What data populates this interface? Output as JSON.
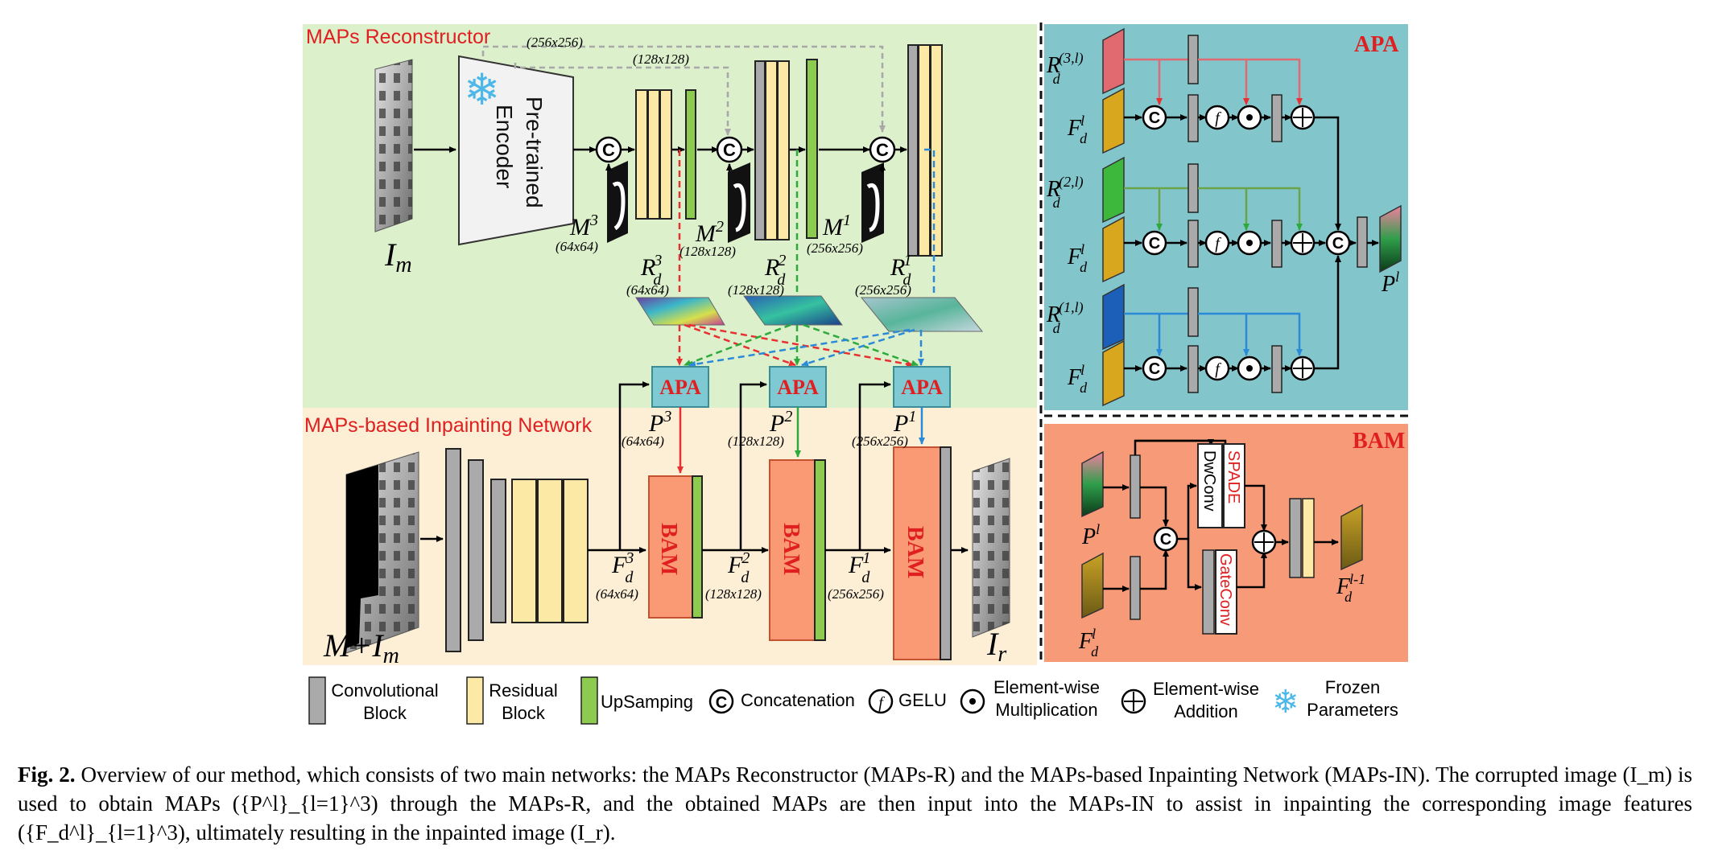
{
  "panels": {
    "reconstructor_title": "MAPs Reconstructor",
    "inpainting_title": "MAPs-based Inpainting Network",
    "apa_title": "APA",
    "bam_title": "BAM"
  },
  "encoder": {
    "line1": "Pre-trained",
    "line2": "Encoder"
  },
  "resolutions": {
    "r256": "(256x256)",
    "r128": "(128x128)",
    "r64": "(64x64)"
  },
  "labels": {
    "I_m": "I",
    "I_m_sub": "m",
    "M_plus_I_m": "M+I",
    "M_plus_I_m_sub": "m",
    "I_r": "I",
    "I_r_sub": "r",
    "M3": "M",
    "M3_sup": "3",
    "M2": "M",
    "M2_sup": "2",
    "M1": "M",
    "M1_sup": "1",
    "R": "R",
    "d": "d",
    "P": "P",
    "F": "F",
    "sup3": "3",
    "sup2": "2",
    "sup1": "1",
    "supl": "l",
    "supl1": "l-1",
    "sup3l": "(3,l)",
    "sup2l": "(2,l)",
    "sup1l": "(1,l)"
  },
  "blocks": {
    "apa": "APA",
    "bam": "BAM",
    "dwconv": "DwConv",
    "spade": "SPADE",
    "gateconv": "GateConv"
  },
  "legend": {
    "conv_line1": "Convolutional",
    "conv_line2": "Block",
    "res_line1": "Residual",
    "res_line2": "Block",
    "upsampling": "UpSamping",
    "concat_symbol": "C",
    "concat": "Concatenation",
    "gelu_symbol": "f",
    "gelu": "GELU",
    "mult_line1": "Element-wise",
    "mult_line2": "Multiplication",
    "add_line1": "Element-wise",
    "add_line2": "Addition",
    "frozen_line1": "Frozen",
    "frozen_line2": "Parameters"
  },
  "caption": {
    "label": "Fig. 2.",
    "text": "Overview of our method, which consists of two main networks: the MAPs Reconstructor (MAPs-R) and the MAPs-based Inpainting Network (MAPs-IN). The corrupted image (I_m) is used to obtain MAPs ({P^l}_{l=1}^3) through the MAPs-R, and the obtained MAPs are then input into the MAPs-IN to assist in inpainting the corresponding image features ({F_d^l}_{l=1}^3), ultimately resulting in the inpainted image (I_r)."
  },
  "colors": {
    "recon_bg": "#DDF0CC",
    "inpaint_bg": "#FCEFD6",
    "apa_bg": "#82C6CC",
    "bam_bg": "#F79A78",
    "conv_gray": "#AAAAAA",
    "residual": "#FDE9A6",
    "upsample": "#8CCB4F",
    "apa_box": "#7FC9D3",
    "bam_block": "#F99A74",
    "red_text": "#E02020",
    "arrow_red": "#E83030",
    "arrow_green": "#2DAA3C",
    "arrow_blue": "#2B8AD8",
    "arrow_gray": "#B0B0B0",
    "snowflake": "#4DB8E8"
  }
}
